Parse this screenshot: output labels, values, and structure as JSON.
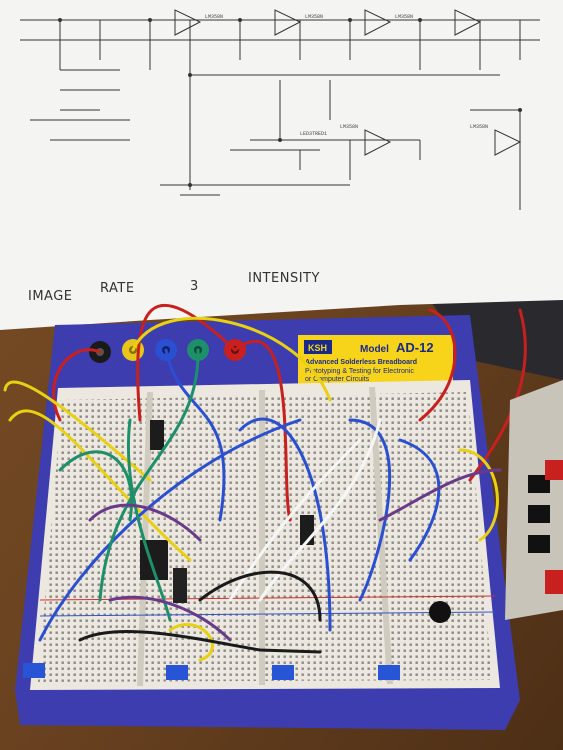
{
  "schematic": {
    "handwritten_labels": [
      "IMAGE",
      "RATE",
      "3",
      "INTENSITY"
    ],
    "component_refs": [
      "LM358N",
      "LM358N",
      "LM358N",
      "LM358N",
      "LM358N",
      "LED3TRED1"
    ]
  },
  "breadboard": {
    "brand": "KSH",
    "model_prefix": "Model",
    "model": "AD-12",
    "title": "Advanced Solderless Breadboard",
    "subtitle_line1": "Prototyping & Testing for Electronic",
    "subtitle_line2": "or Computer Circuits"
  },
  "colors": {
    "table": "#6b4520",
    "board": "#3d3db0",
    "breadboard": "#ece8df",
    "paper": "#f4f4f2",
    "label": "#f7d31a"
  }
}
